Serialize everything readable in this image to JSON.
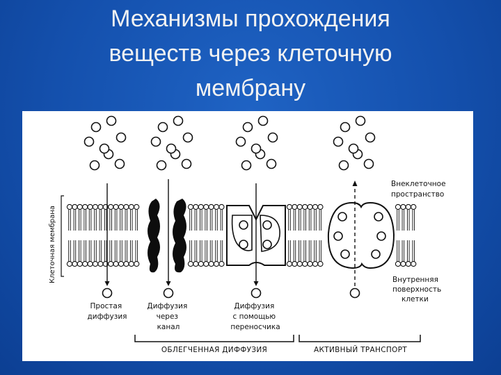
{
  "slide": {
    "title_lines": [
      "Механизмы прохождения",
      "веществ через клеточную",
      "мембрану"
    ]
  },
  "figure": {
    "membrane_label": "Клеточная мембрана",
    "extracellular_label": [
      "Внеклеточное",
      "пространство"
    ],
    "inner_surface_label": [
      "Внутренняя",
      "поверхность",
      "клетки"
    ],
    "mechanisms": [
      {
        "label": [
          "Простая",
          "диффузия"
        ]
      },
      {
        "label": [
          "Диффузия",
          "через",
          "канал"
        ]
      },
      {
        "label": [
          "Диффузия",
          "с помощью",
          "переносчика"
        ]
      }
    ],
    "groups": [
      {
        "label": "ОБЛЕГЧЕННАЯ ДИФФУЗИЯ"
      },
      {
        "label": "АКТИВНЫЙ ТРАНСПОРТ"
      }
    ]
  }
}
